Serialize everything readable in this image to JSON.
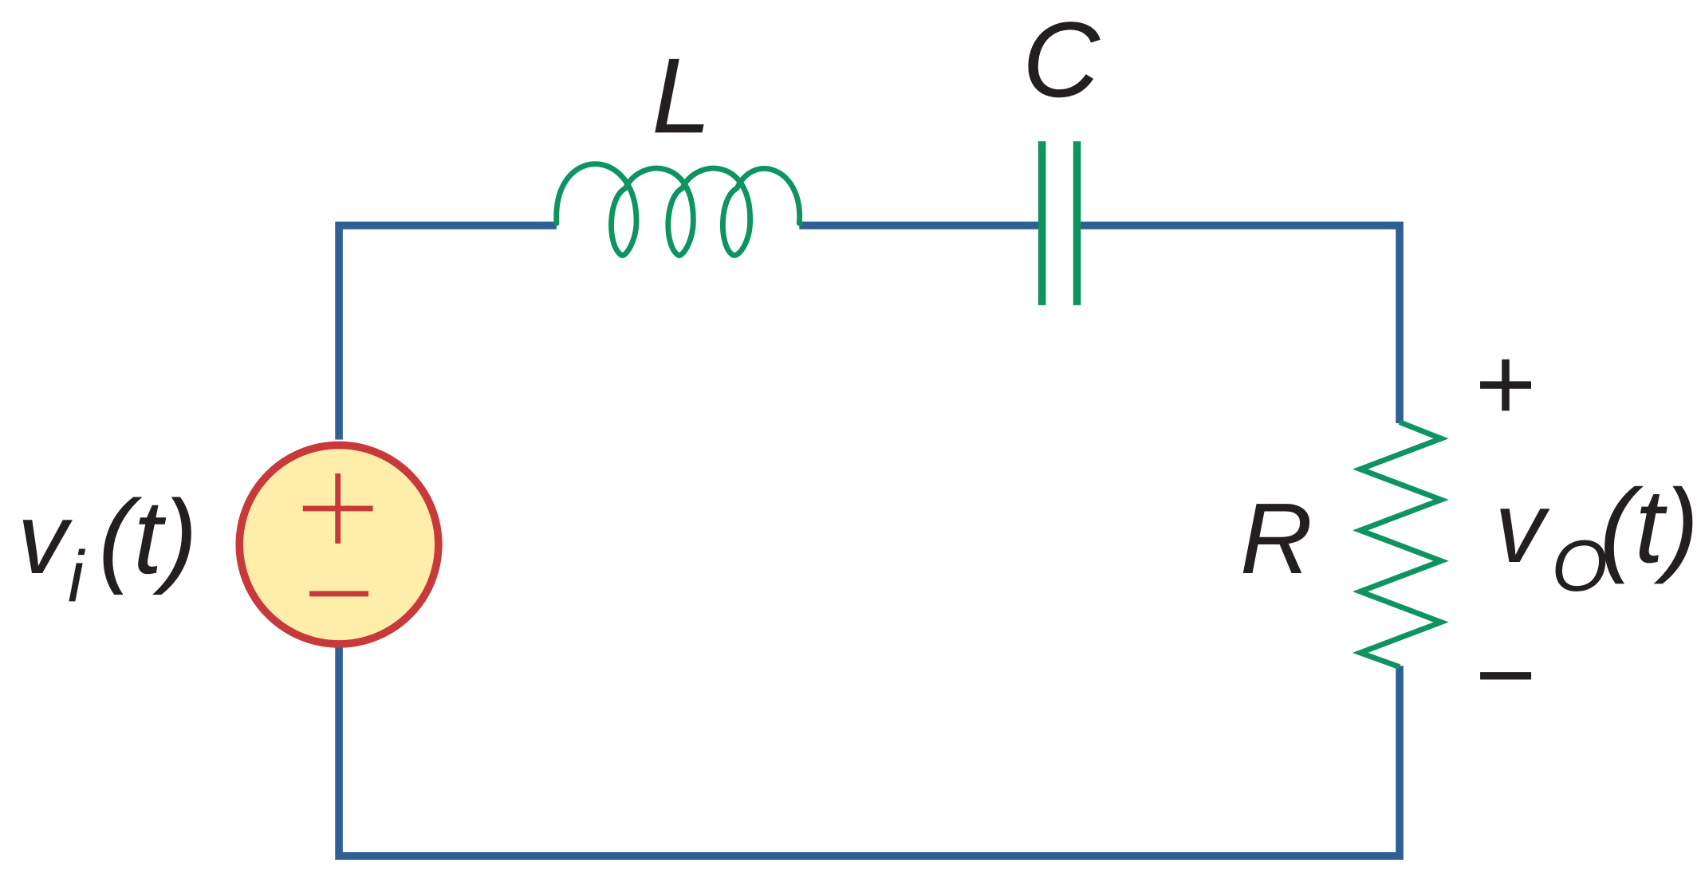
{
  "components": {
    "inductor": {
      "label": "L"
    },
    "capacitor": {
      "label": "C"
    },
    "resistor": {
      "label": "R"
    },
    "source": {
      "plus": "+",
      "minus": "−"
    }
  },
  "voltages": {
    "input": {
      "symbol": "v",
      "subscript": "i",
      "arg": "(t)"
    },
    "output": {
      "symbol": "v",
      "subscript": "O",
      "arg": "(t)",
      "plus": "+",
      "minus": "−"
    }
  },
  "colors": {
    "wire": "#2f5f93",
    "component": "#0e9460",
    "source_stroke": "#c8393c",
    "source_fill": "#feeeaa",
    "text": "#231f20"
  }
}
